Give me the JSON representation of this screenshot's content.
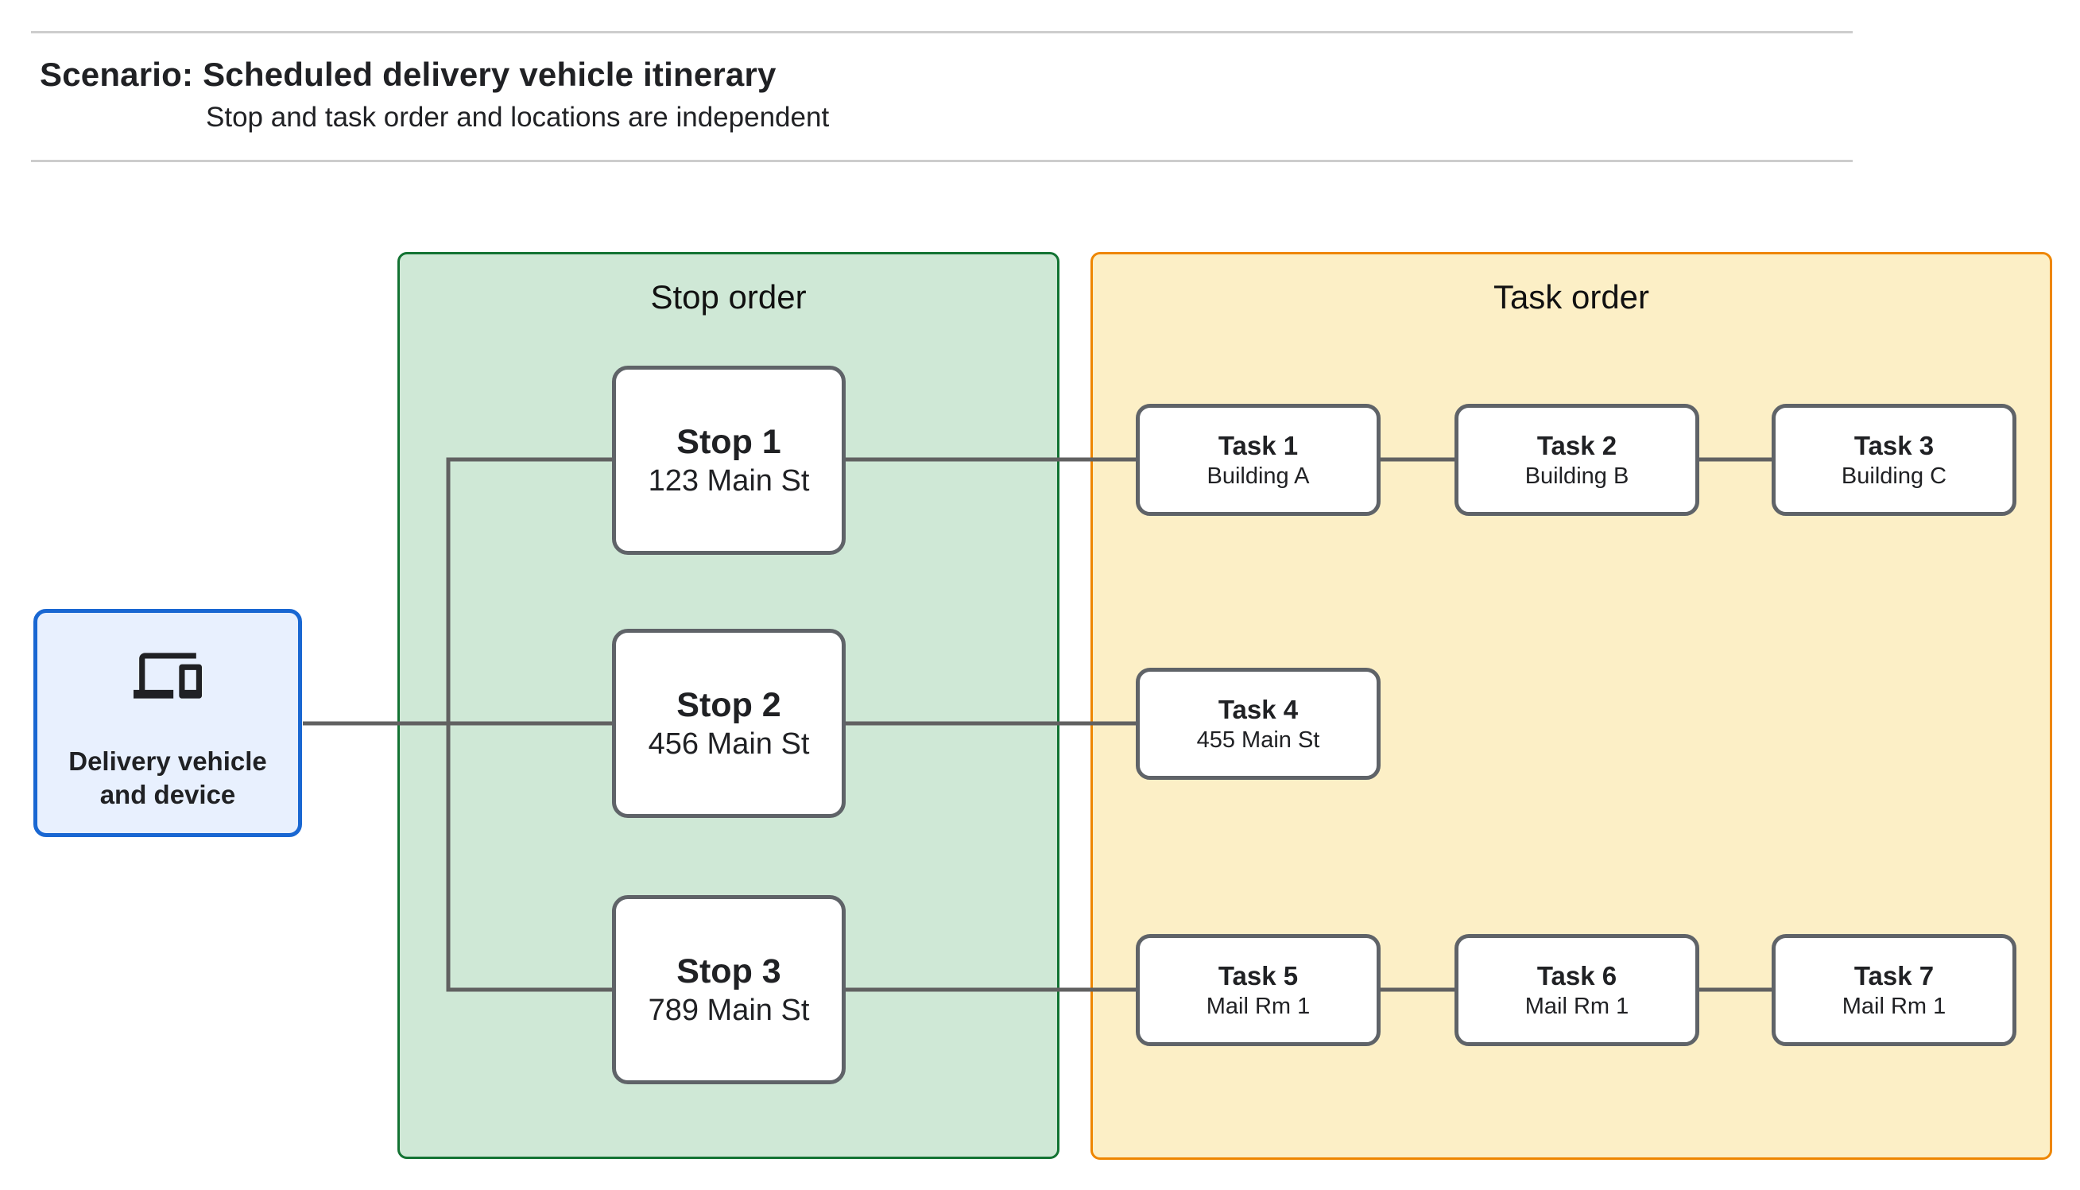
{
  "header": {
    "title": "Scenario: Scheduled delivery vehicle itinerary",
    "subtitle": "Stop and task order and locations are independent"
  },
  "device_node": {
    "label": "Delivery vehicle and device",
    "icon": "devices-icon"
  },
  "groups": {
    "stop_order": {
      "title": "Stop order"
    },
    "task_order": {
      "title": "Task order"
    }
  },
  "stops": [
    {
      "id": "stop-1",
      "title": "Stop 1",
      "location": "123 Main St"
    },
    {
      "id": "stop-2",
      "title": "Stop 2",
      "location": "456 Main St"
    },
    {
      "id": "stop-3",
      "title": "Stop 3",
      "location": "789 Main St"
    }
  ],
  "tasks": [
    {
      "id": "task-1",
      "title": "Task 1",
      "location": "Building A"
    },
    {
      "id": "task-2",
      "title": "Task 2",
      "location": "Building B"
    },
    {
      "id": "task-3",
      "title": "Task 3",
      "location": "Building C"
    },
    {
      "id": "task-4",
      "title": "Task 4",
      "location": "455 Main St"
    },
    {
      "id": "task-5",
      "title": "Task 5",
      "location": "Mail Rm 1"
    },
    {
      "id": "task-6",
      "title": "Task 6",
      "location": "Mail Rm 1"
    },
    {
      "id": "task-7",
      "title": "Task 7",
      "location": "Mail Rm 1"
    }
  ],
  "edges": [
    {
      "from": "device",
      "to": "stop-1"
    },
    {
      "from": "device",
      "to": "stop-2"
    },
    {
      "from": "device",
      "to": "stop-3"
    },
    {
      "from": "stop-1",
      "to": "task-1"
    },
    {
      "from": "task-1",
      "to": "task-2"
    },
    {
      "from": "task-2",
      "to": "task-3"
    },
    {
      "from": "stop-2",
      "to": "task-4"
    },
    {
      "from": "stop-3",
      "to": "task-5"
    },
    {
      "from": "task-5",
      "to": "task-6"
    },
    {
      "from": "task-6",
      "to": "task-7"
    }
  ],
  "colors": {
    "stop_panel_fill": "#cfe8d6",
    "stop_panel_border": "#137333",
    "task_panel_fill": "#fcefc6",
    "task_panel_border": "#ee8600",
    "device_fill": "#e8f0fe",
    "device_border": "#1967d2",
    "node_border": "#5f6368",
    "connector": "#616161",
    "text": "#202124",
    "divider": "#cdcdcd"
  }
}
